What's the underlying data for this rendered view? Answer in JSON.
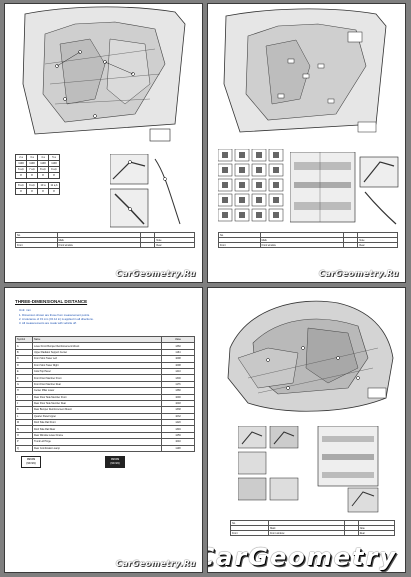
{
  "page1": {
    "table_rows": [
      [
        "2 a",
        "3 a",
        "4 a",
        "5 a"
      ],
      [
        "1190",
        "1190",
        "1190",
        "1190"
      ],
      [
        "6 a,b",
        "7 a,b",
        "8 a,b",
        "9 a,b"
      ],
      [
        "8",
        "8",
        "8",
        "8"
      ]
    ],
    "table2_rows": [
      [
        "8 a,b",
        "9 a,b",
        "10 a",
        "11 a,b"
      ],
      [
        "8",
        "8",
        "8",
        "8"
      ]
    ],
    "footer": [
      [
        "No.",
        "",
        "",
        ""
      ],
      [
        "",
        "Mark",
        "",
        "Note"
      ],
      [
        "Front",
        "Front window",
        "",
        "Rear"
      ]
    ]
  },
  "page2": {
    "footer": [
      [
        "No.",
        "",
        "",
        ""
      ],
      [
        "",
        "Mark",
        "",
        "Note"
      ],
      [
        "Front",
        "Front window",
        "",
        "Rear"
      ]
    ]
  },
  "page3": {
    "title": "THREE-DIMENSIONAL DISTANCE",
    "unit": "Unit: mm",
    "notes": [
      "1. Dimension shown are those from measurement points.",
      "2. A tolerance of ±3 mm (±0.12 in) is applied in all directions.",
      "3. All measurements are made with vehicle off."
    ],
    "header": [
      "Symbol",
      "Name",
      "Value"
    ],
    "rows": [
      [
        "A",
        "Lower Front Bumper Reinforcement Mount",
        "1360"
      ],
      [
        "B",
        "Upper Radiator Support Center",
        "1164"
      ],
      [
        "C",
        "Front Strut Tower Left",
        "1098"
      ],
      [
        "D",
        "Front Strut Tower Right",
        "1098"
      ],
      [
        "E",
        "Cowl Top Panel",
        "1410"
      ],
      [
        "F",
        "Front Floor Member Front",
        "1300"
      ],
      [
        "G",
        "Front Floor Member Rear",
        "1176"
      ],
      [
        "H",
        "Center Pillar Lower",
        "1380"
      ],
      [
        "I",
        "Rear Floor Side Member Front",
        "1090"
      ],
      [
        "J",
        "Rear Floor Side Member Rear",
        "1048"
      ],
      [
        "K",
        "Rear Bumper Reinforcement Mount",
        "1338"
      ],
      [
        "L",
        "Quarter Panel Upper",
        "1032"
      ],
      [
        "M",
        "Roof Side Rail Front",
        "1420"
      ],
      [
        "N",
        "Roof Side Rail Rear",
        "1346"
      ],
      [
        "O",
        "Rear Window Lower Frame",
        "1256"
      ],
      [
        "P",
        "Trunk Lid Hinge",
        "1040"
      ],
      [
        "Q",
        "Rear Combination Lamp",
        "1108"
      ]
    ],
    "legend": [
      "99999",
      "(99.99)",
      "99999",
      "(99.99)"
    ]
  },
  "page4": {
    "footer": [
      [
        "No.",
        "",
        "",
        ""
      ],
      [
        "",
        "Mark",
        "",
        "Note"
      ],
      [
        "Front",
        "Front window",
        "",
        "Rear"
      ]
    ]
  },
  "watermark_small": "CarGeometry.Ru",
  "watermark_big": "CarGeometry",
  "colors": {
    "background": "#7f7f7f",
    "page": "#ffffff",
    "watermark": "#ffffff"
  }
}
